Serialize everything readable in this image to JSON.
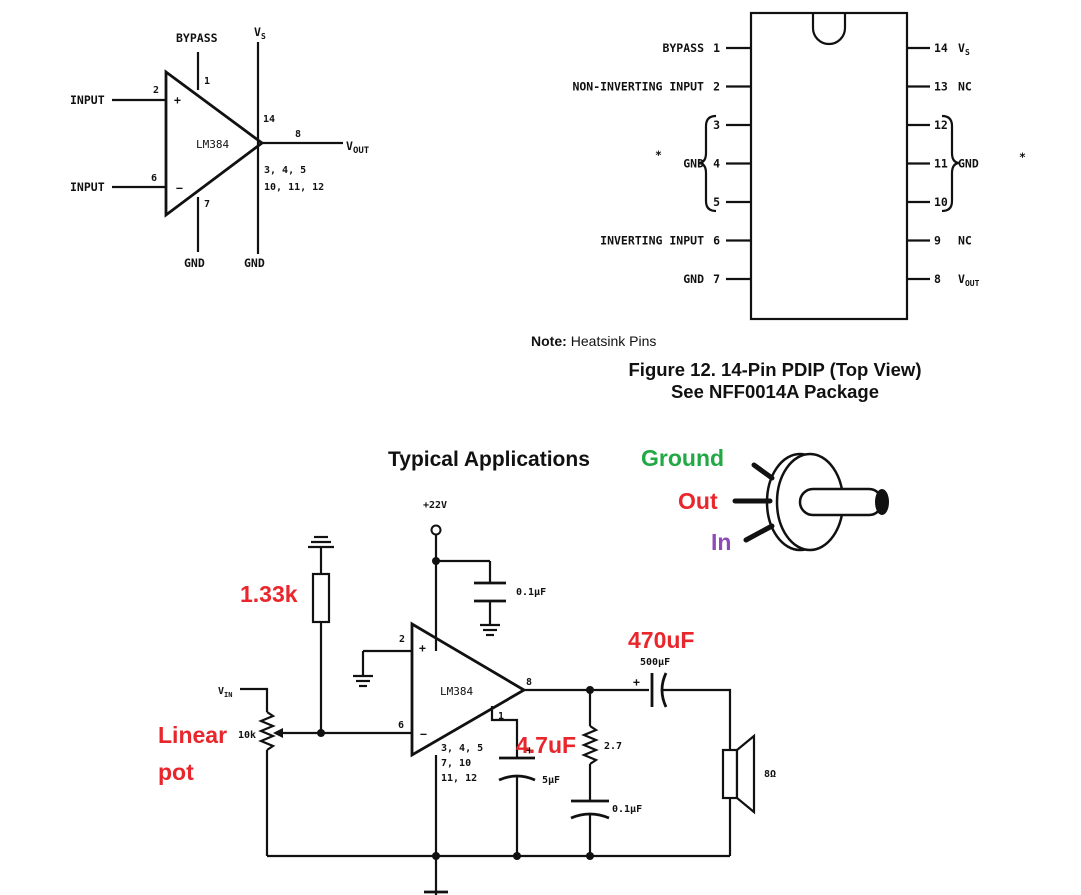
{
  "symbol": {
    "bypass": "BYPASS",
    "vs": "V",
    "vs_sub": "S",
    "pin1": "1",
    "pin2": "2",
    "pin6": "6",
    "pin14": "14",
    "pin8": "8",
    "pin7": "7",
    "gnd_pins_a": "3, 4, 5",
    "gnd_pins_b": "10, 11, 12",
    "input_plus": "INPUT",
    "input_minus": "INPUT",
    "plus": "+",
    "minus": "−",
    "chip": "LM384",
    "vout": "V",
    "vout_sub": "OUT",
    "gnd1": "GND",
    "gnd2": "GND"
  },
  "package": {
    "left_pins": [
      {
        "label": "BYPASS",
        "num": "1"
      },
      {
        "label": "NON-INVERTING INPUT",
        "num": "2"
      },
      {
        "label": "",
        "num": "3"
      },
      {
        "label": "GND",
        "num": "4"
      },
      {
        "label": "",
        "num": "5"
      },
      {
        "label": "INVERTING INPUT",
        "num": "6"
      },
      {
        "label": "GND",
        "num": "7"
      }
    ],
    "right_pins": [
      {
        "num": "14",
        "label": "V",
        "sub": "S"
      },
      {
        "num": "13",
        "label": "NC"
      },
      {
        "num": "12",
        "label": ""
      },
      {
        "num": "11",
        "label": "GND"
      },
      {
        "num": "10",
        "label": ""
      },
      {
        "num": "9",
        "label": "NC"
      },
      {
        "num": "8",
        "label": "V",
        "sub": "OUT"
      }
    ],
    "star_left": "*",
    "star_right": "*",
    "note_bold": "Note:",
    "note_text": "Heatsink Pins",
    "caption_line1": "Figure 12. 14-Pin PDIP (Top View)",
    "caption_line2": "See NFF0014A Package"
  },
  "applications": {
    "title": "Typical Applications",
    "supply": "+22V",
    "chip": "LM384",
    "cap_bypass": "0.1μF",
    "vin": "V",
    "vin_sub": "IN",
    "pot_value": "10k",
    "pin2": "2",
    "pin6": "6",
    "pin8": "8",
    "pin1": "1",
    "gnd_pins_a": "3, 4, 5",
    "gnd_pins_b": "7, 10",
    "gnd_pins_c": "11, 12",
    "plus": "+",
    "minus": "−",
    "cap_5u": "5μF",
    "cap_500u": "500μF",
    "res_27": "2.7",
    "cap_01": "0.1μF",
    "speaker": "8Ω"
  },
  "annotations": [
    {
      "text": "Ground",
      "color": "#22a844"
    },
    {
      "text": "Out",
      "color": "#e8262c"
    },
    {
      "text": "In",
      "color": "#8e4bb8"
    },
    {
      "text": "1.33k",
      "color": "#e8262c"
    },
    {
      "text": "470uF",
      "color": "#e8262c"
    },
    {
      "text": "4.7uF",
      "color": "#e8262c"
    },
    {
      "text": "Linear",
      "color": "#e8262c"
    },
    {
      "text": "pot",
      "color": "#e8262c"
    }
  ]
}
